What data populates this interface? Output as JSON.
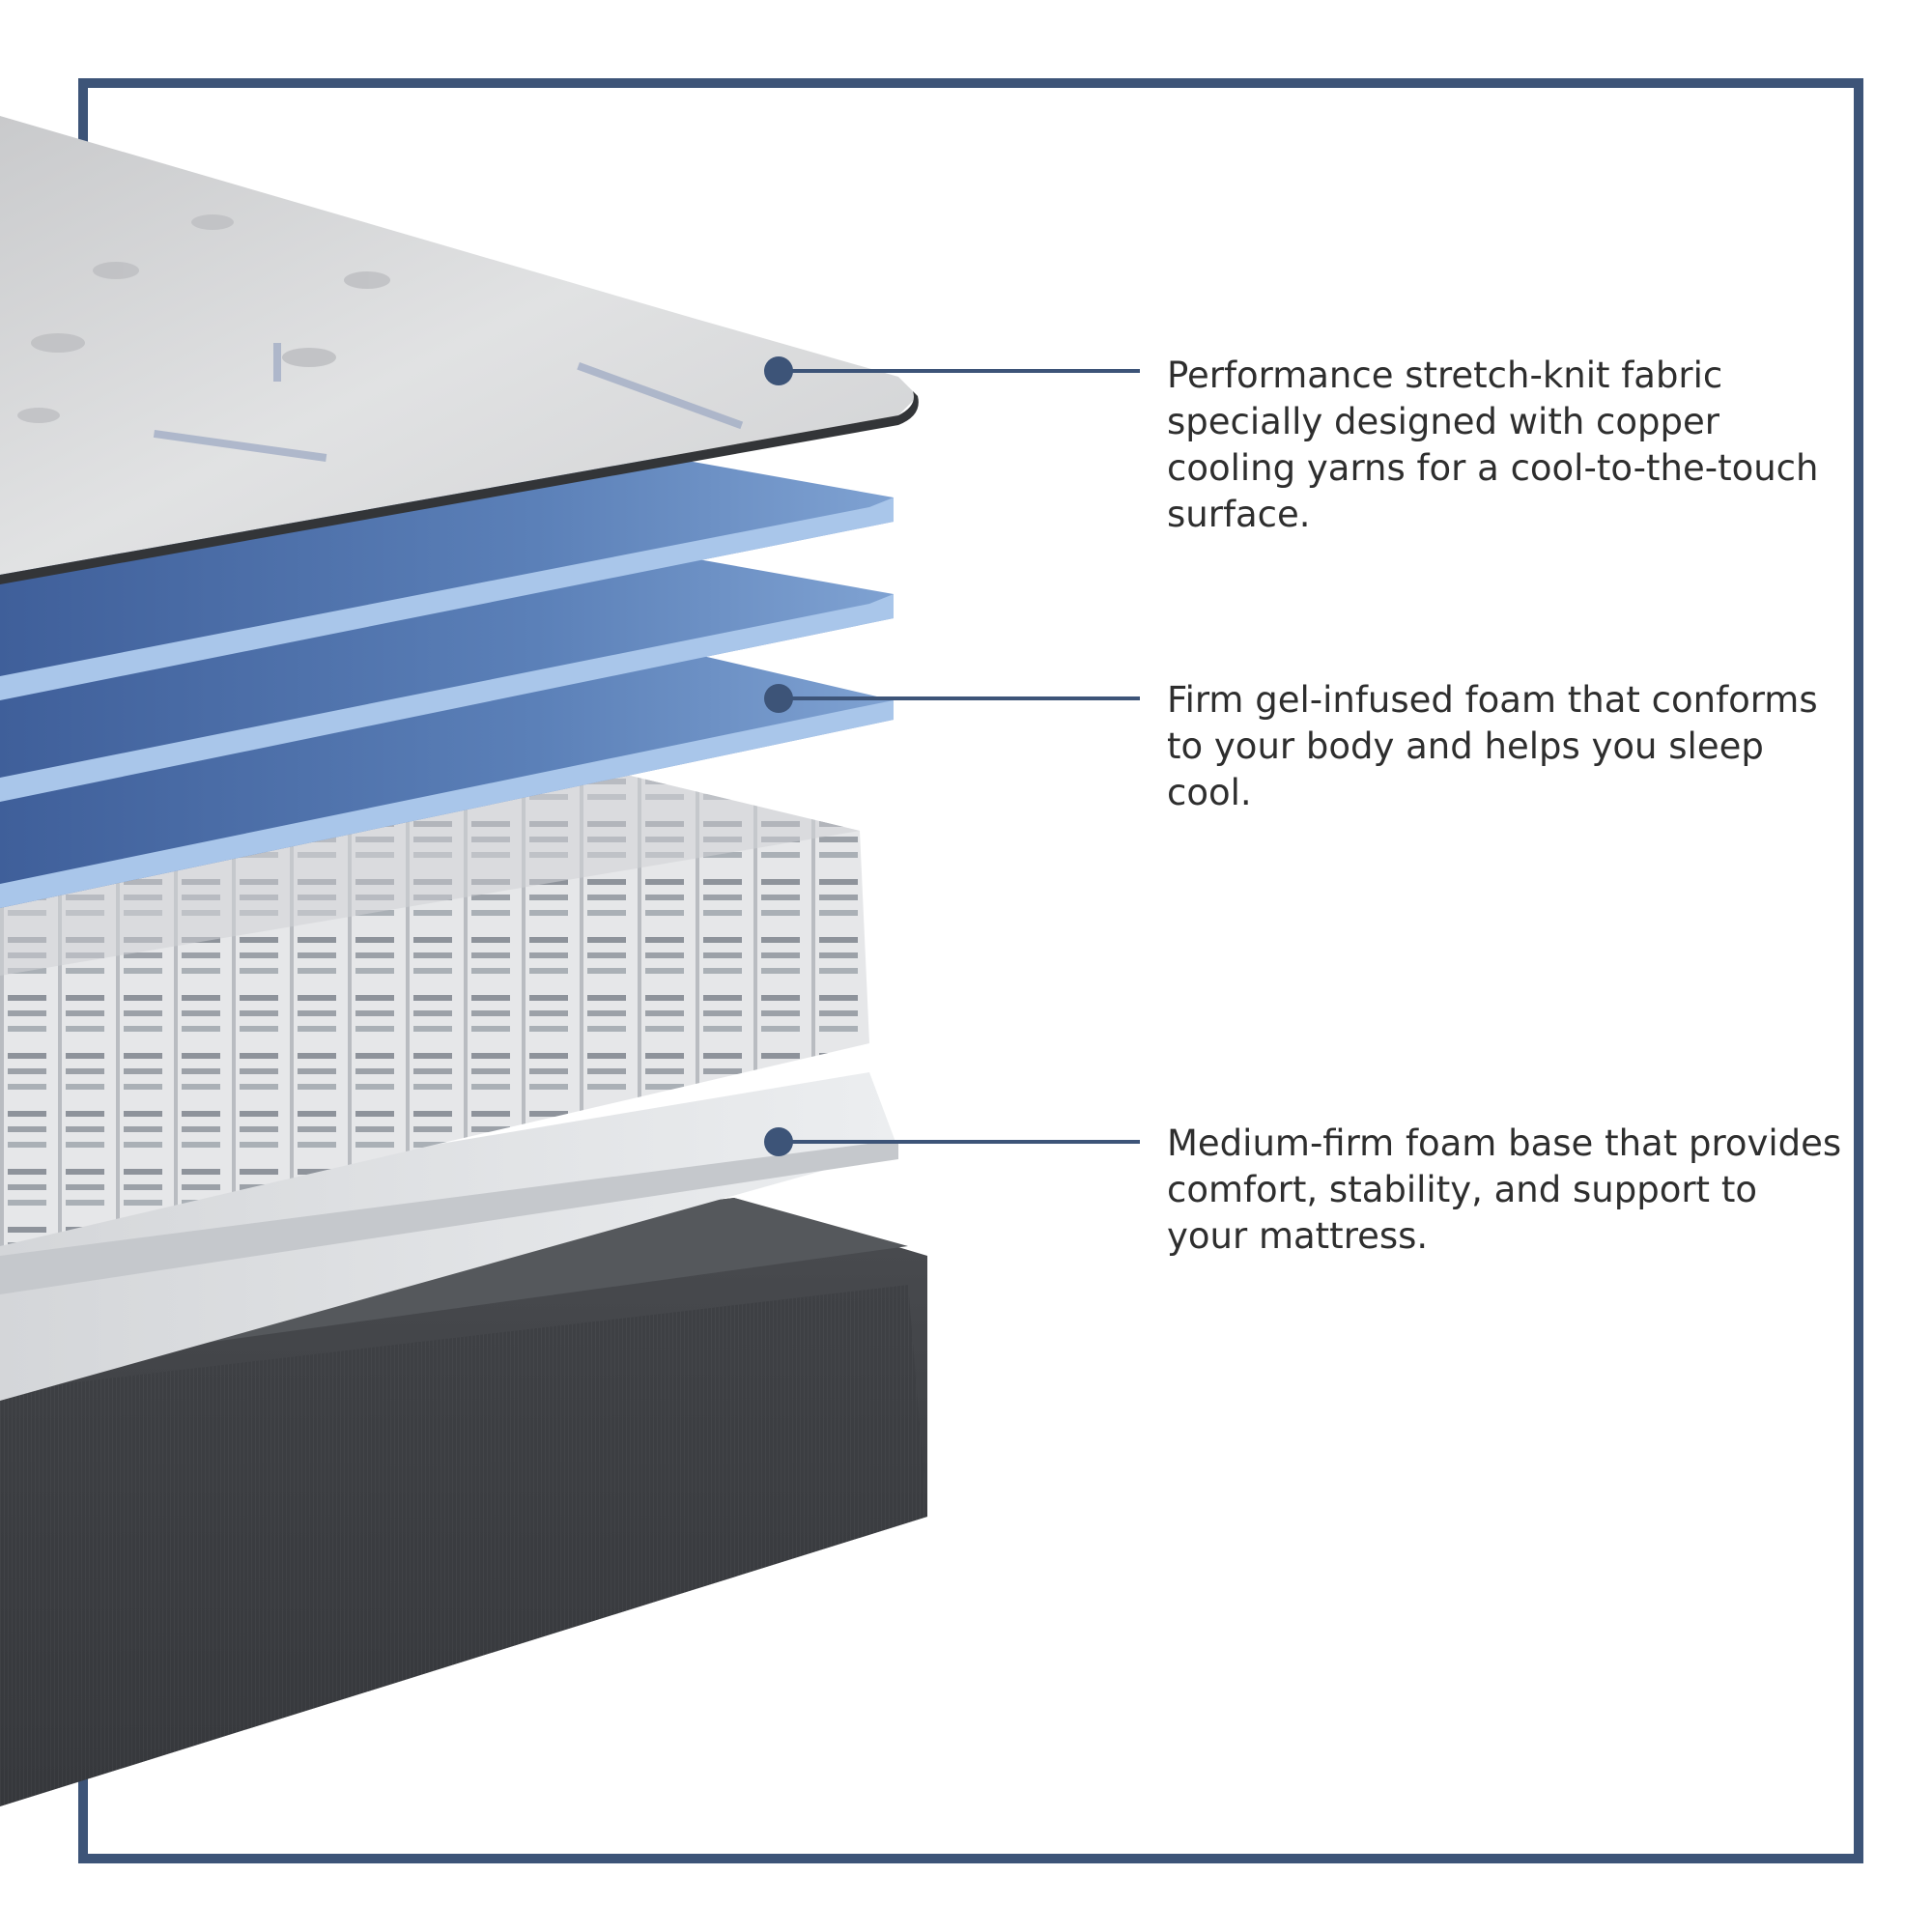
{
  "colors": {
    "frame": "#3d5478",
    "leader": "#3d5478",
    "text": "#2e2e2e",
    "cover": "#d9dadb",
    "blue_foam": "#5a7fb6",
    "blue_foam_edge": "#a9c6ea",
    "coil": "#e4e5e7",
    "base_foam": "#dfe1e3",
    "foundation": "#3b3d40"
  },
  "callouts": [
    {
      "text": "Performance stretch-knit fabric specially designed with copper cooling yarns for a cool-to-the-touch surface."
    },
    {
      "text": "Firm gel-infused foam that conforms to your body and helps you sleep cool."
    },
    {
      "text": "Medium-firm foam base that provides comfort, stability, and support to your mattress."
    }
  ]
}
